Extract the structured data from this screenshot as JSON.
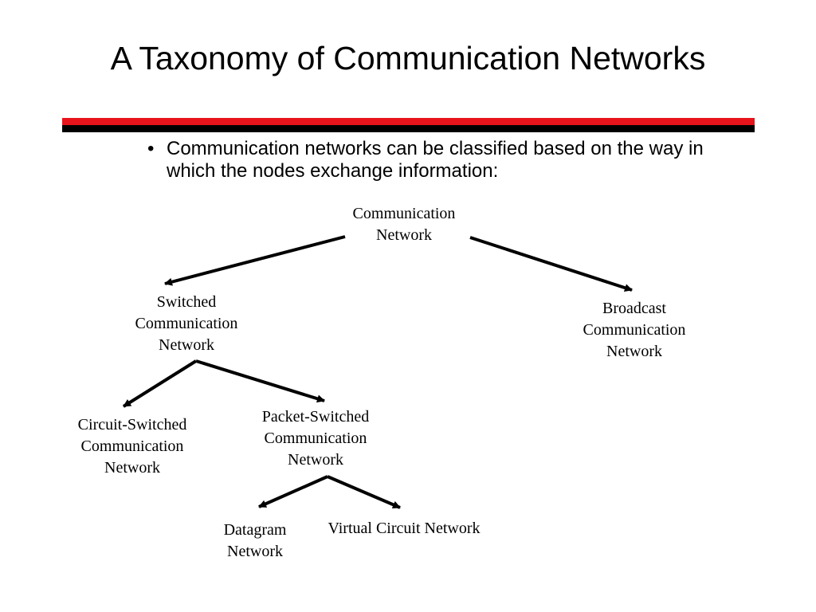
{
  "slide": {
    "title": "A Taxonomy of Communication Networks",
    "bullet_marker": "•",
    "bullet_text": "Communication networks can be classified based on the way in which the nodes exchange information:"
  },
  "colors": {
    "rule_top": "#e8141b",
    "rule_bottom": "#000000",
    "line": "#000000"
  },
  "diagram": {
    "nodes": {
      "root": "Communication\nNetwork",
      "switched": "Switched\nCommunication\nNetwork",
      "broadcast": "Broadcast\nCommunication\nNetwork",
      "circuit": "Circuit-Switched\nCommunication\nNetwork",
      "packet": "Packet-Switched\nCommunication\nNetwork",
      "datagram": "Datagram\nNetwork",
      "virtual": "Virtual Circuit Network"
    },
    "edges": [
      [
        "root",
        "switched"
      ],
      [
        "root",
        "broadcast"
      ],
      [
        "switched",
        "circuit"
      ],
      [
        "switched",
        "packet"
      ],
      [
        "packet",
        "datagram"
      ],
      [
        "packet",
        "virtual"
      ]
    ]
  }
}
